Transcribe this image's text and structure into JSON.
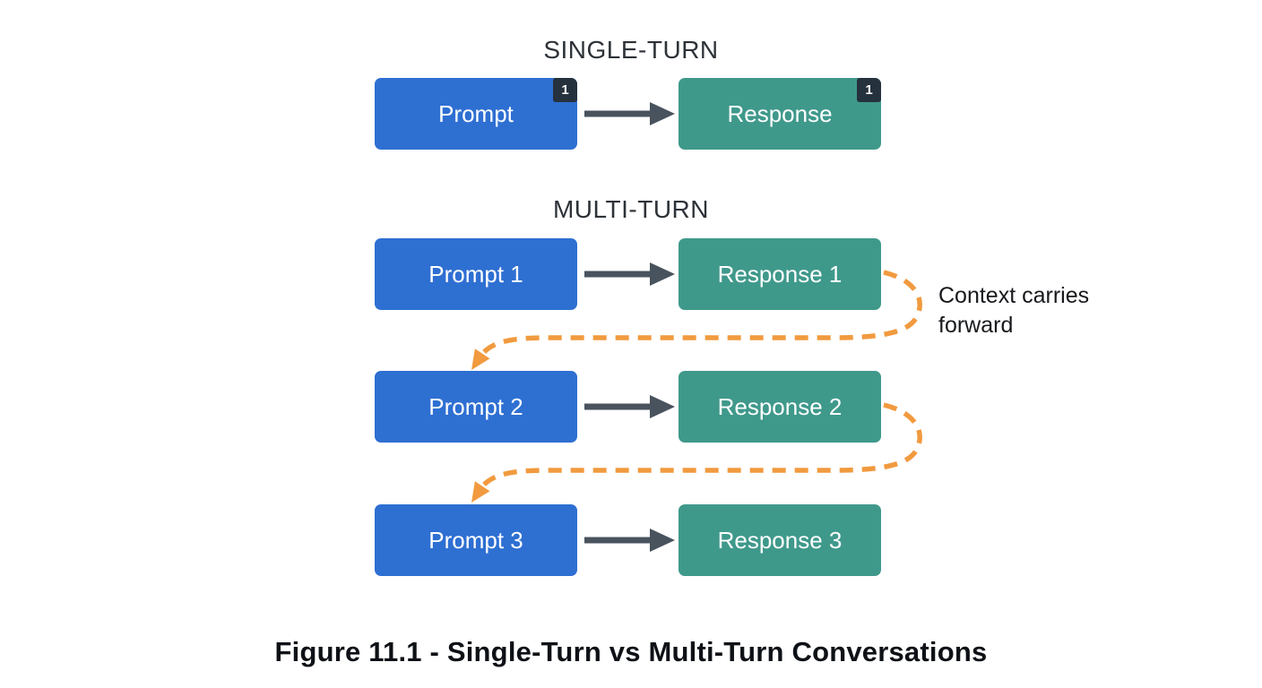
{
  "single_turn": {
    "title": "SINGLE-TURN",
    "prompt": {
      "label": "Prompt",
      "badge": "1"
    },
    "response": {
      "label": "Response",
      "badge": "1"
    }
  },
  "multi_turn": {
    "title": "MULTI-TURN",
    "rows": [
      {
        "prompt": "Prompt 1",
        "response": "Response 1"
      },
      {
        "prompt": "Prompt 2",
        "response": "Response 2"
      },
      {
        "prompt": "Prompt 3",
        "response": "Response 3"
      }
    ],
    "context_note": "Context carries forward"
  },
  "caption": "Figure 11.1 - Single-Turn vs Multi-Turn Conversations",
  "colors": {
    "prompt_box": "#2e6fd2",
    "response_box": "#3f998b",
    "badge": "#26313e",
    "arrow": "#49535e",
    "context_arrow": "#f19a3f"
  }
}
